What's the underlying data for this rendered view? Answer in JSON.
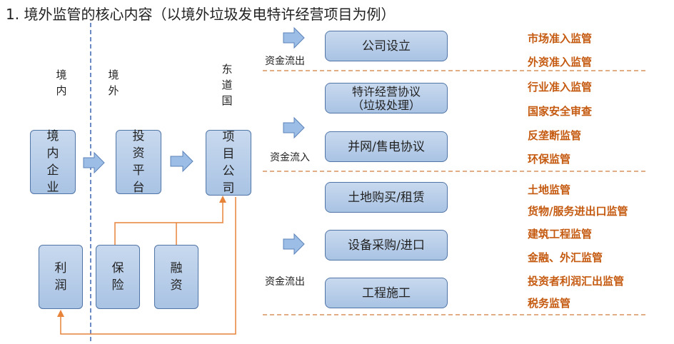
{
  "title": "1. 境外监管的核心内容（以境外垃圾发电特许经营项目为例）",
  "regions": {
    "domestic": "境内",
    "overseas": "境外",
    "host": "东道国"
  },
  "left_boxes": {
    "domestic_enterprise": "境内企业",
    "investment_platform": "投资平台",
    "project_company": "项目公司",
    "profit": "利润",
    "insurance": "保险",
    "financing": "融资"
  },
  "flow_labels": {
    "outflow_1": "资金流出",
    "inflow": "资金流入",
    "outflow_2": "资金流出"
  },
  "stages": {
    "company_setup": "公司设立",
    "concession": "特许经营协议\n（垃圾处理）",
    "grid": "并网/售电协议",
    "land": "土地购买/租赁",
    "equipment": "设备采购/进口",
    "construction": "工程施工"
  },
  "regulations": [
    "市场准入监管",
    "外资准入监管",
    "行业准入监管",
    "国家安全审查",
    "反垄断监管",
    "环保监管",
    "土地监管",
    "货物/服务进出口监管",
    "建筑工程监管",
    "金融、外汇监管",
    "投资者利润汇出监管",
    "税务监管"
  ],
  "colors": {
    "box_fill": "#b8cfea",
    "box_border": "#4f74a6",
    "accent": "#c55a11",
    "divider": "#d9925b",
    "arrow": "#8fb4e3"
  }
}
